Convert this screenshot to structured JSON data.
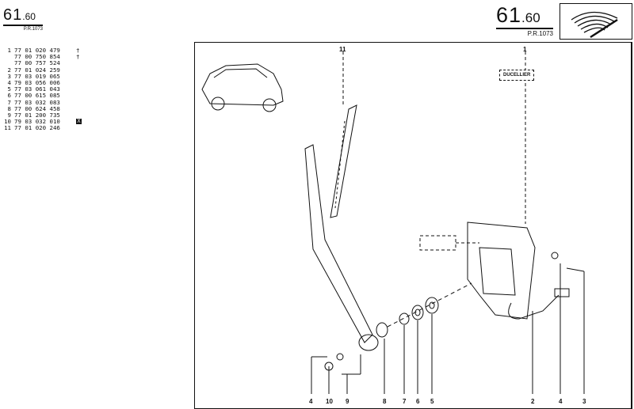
{
  "header_left": {
    "section_main": "61",
    "section_sub": ".60",
    "pr": "P.R.1073"
  },
  "header_right": {
    "section_main": "61",
    "section_sub": ".60",
    "pr": "P.R.1073"
  },
  "parts": [
    {
      "no": "1",
      "ref": "77 01 020 479",
      "mark": "†"
    },
    {
      "no": "",
      "ref": "77 00 750 854",
      "mark": "†"
    },
    {
      "no": "",
      "ref": "77 00 757 524",
      "mark": ""
    },
    {
      "no": "2",
      "ref": "77 01 024 259",
      "mark": ""
    },
    {
      "no": "3",
      "ref": "77 03 019 065",
      "mark": ""
    },
    {
      "no": "4",
      "ref": "79 03 056 006",
      "mark": ""
    },
    {
      "no": "5",
      "ref": "77 03 061 043",
      "mark": ""
    },
    {
      "no": "6",
      "ref": "77 00 615 085",
      "mark": ""
    },
    {
      "no": "7",
      "ref": "77 03 032 083",
      "mark": ""
    },
    {
      "no": "8",
      "ref": "77 00 624 458",
      "mark": ""
    },
    {
      "no": "9",
      "ref": "77 01 200 735",
      "mark": ""
    },
    {
      "no": "10",
      "ref": "79 03 032 010",
      "mark": "X"
    },
    {
      "no": "11",
      "ref": "77 01 020 246",
      "mark": ""
    }
  ],
  "diagram": {
    "brand_label": "DUCELLIER",
    "callouts": {
      "c11": "11",
      "c1": "1",
      "c4a": "4",
      "c10": "10",
      "c9": "9",
      "c8": "8",
      "c7": "7",
      "c6": "6",
      "c5": "5",
      "c2": "2",
      "c4b": "4",
      "c3": "3"
    }
  }
}
